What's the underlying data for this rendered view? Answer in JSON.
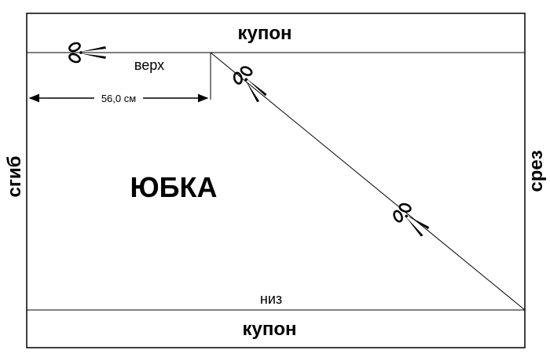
{
  "coupon_top": "купон",
  "coupon_bottom": "купон",
  "top_label": "верх",
  "bottom_label": "низ",
  "dimension_label": "56,0 см",
  "piece_label": "ЮБКА",
  "fold_label": "сгиб",
  "cut_edge_label": "срез",
  "colors": {
    "ink": "#000000",
    "paper": "#ffffff"
  },
  "icons": [
    "scissors-icon"
  ]
}
